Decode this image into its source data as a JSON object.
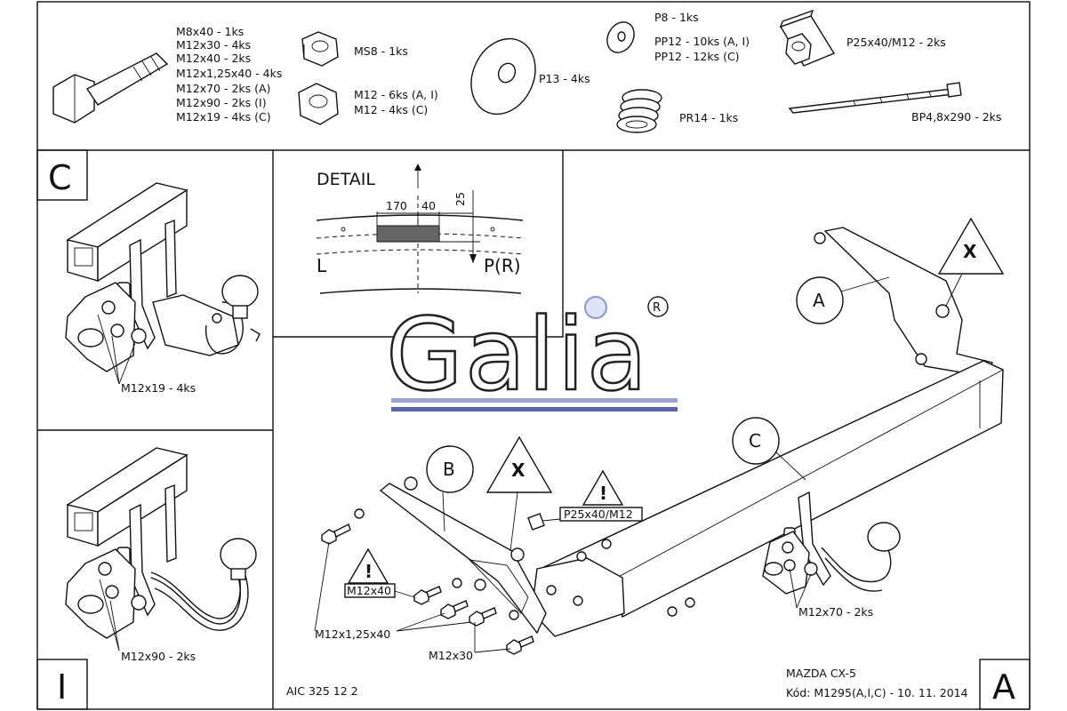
{
  "parts": {
    "bolt_lines": [
      "M8x40 - 1ks",
      "M12x30 - 4ks",
      "M12x40 - 2ks",
      "M12x1,25x40 - 4ks",
      "M12x70 - 2ks (A)",
      "M12x90 - 2ks (I)",
      "M12x19 - 4ks (C)"
    ],
    "nut_ms8": "MS8 - 1ks",
    "nut_m12_lines": [
      "M12 - 6ks (A, I)",
      "M12 - 4ks (C)"
    ],
    "washer_p13": "P13 - 4ks",
    "washer_p8": "P8 - 1ks",
    "washer_pp12_lines": [
      "PP12 - 10ks (A, I)",
      "PP12 - 12ks (C)"
    ],
    "spring_pr14": "PR14 - 1ks",
    "plate_p25": "P25x40/M12 - 2ks",
    "cable_tie": "BP4,8x290 - 2ks"
  },
  "panel_c": {
    "letter": "C",
    "callout": "M12x19 - 4ks"
  },
  "panel_i": {
    "letter": "I",
    "callout": "M12x90 - 2ks"
  },
  "detail": {
    "title": "DETAIL",
    "dim_170": "170",
    "dim_40": "40",
    "dim_25": "25",
    "left": "L",
    "right": "P(R)"
  },
  "logo": {
    "text": "Galia"
  },
  "assembly": {
    "label_a": "A",
    "label_b": "B",
    "label_c": "C",
    "warn_x": "X",
    "warn_plate": "P25x40/M12",
    "warn_bolt": "M12x40",
    "callout_m12x125": "M12x1,25x40",
    "callout_m12x30": "M12x30",
    "callout_m12x70": "M12x70 - 2ks"
  },
  "footer": {
    "code": "AIC 325 12 2",
    "model": "MAZDA CX-5",
    "kod": "Kód: M1295(A,I,C) - 10. 11. 2014",
    "corner_a": "A",
    "corner_i": "I"
  }
}
